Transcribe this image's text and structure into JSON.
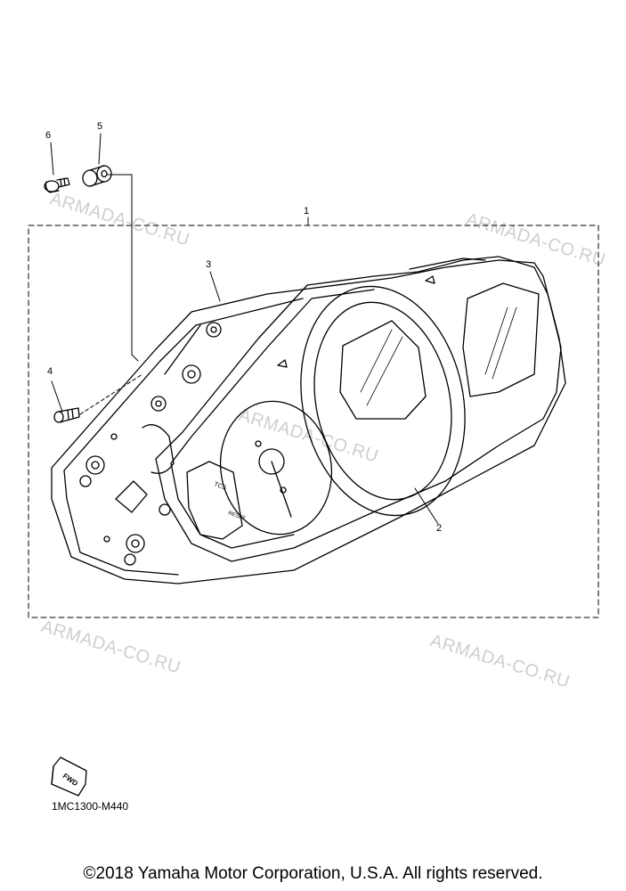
{
  "callouts": {
    "c1": "1",
    "c2": "2",
    "c3": "3",
    "c4": "4",
    "c5": "5",
    "c6": "6"
  },
  "panel_labels": {
    "tcs": "TCS",
    "reset": "RESET"
  },
  "watermarks": [
    "ARMADA-CO.RU",
    "ARMADA-CO.RU",
    "ARMADA-CO.RU",
    "ARMADA-CO.RU",
    "ARMADA-CO.RU"
  ],
  "fwd_label": "FWD",
  "drawing_code": "1MC1300-M440",
  "copyright": "©2018 Yamaha Motor Corporation, U.S.A. All rights reserved."
}
